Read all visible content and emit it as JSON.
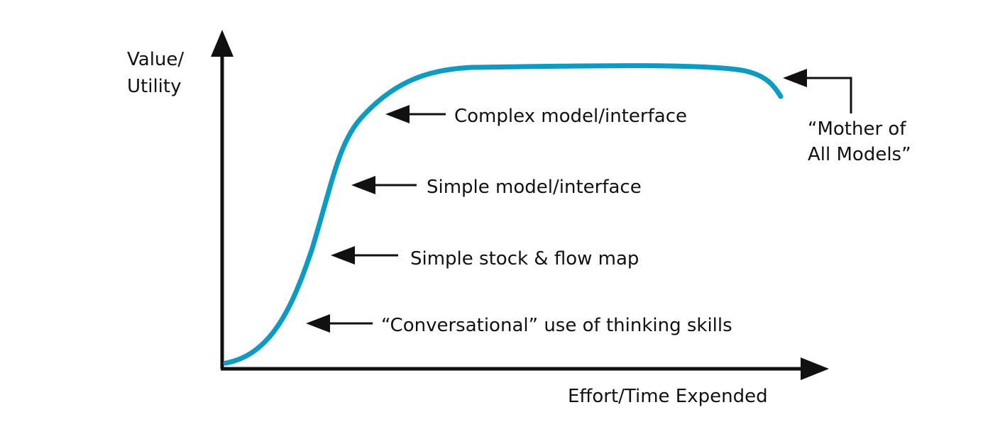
{
  "axes": {
    "y_label_line1": "Value/",
    "y_label_line2": "Utility",
    "x_label": "Effort/Time Expended"
  },
  "annotations": {
    "complex": "Complex model/interface",
    "simple_model": "Simple model/interface",
    "stock_flow": "Simple stock & flow map",
    "conversational": "“Conversational” use of thinking skills",
    "mother_line1": "“Mother of",
    "mother_line2": "All Models”"
  },
  "colors": {
    "curve": "#0e9bc3",
    "ink": "#111111"
  }
}
